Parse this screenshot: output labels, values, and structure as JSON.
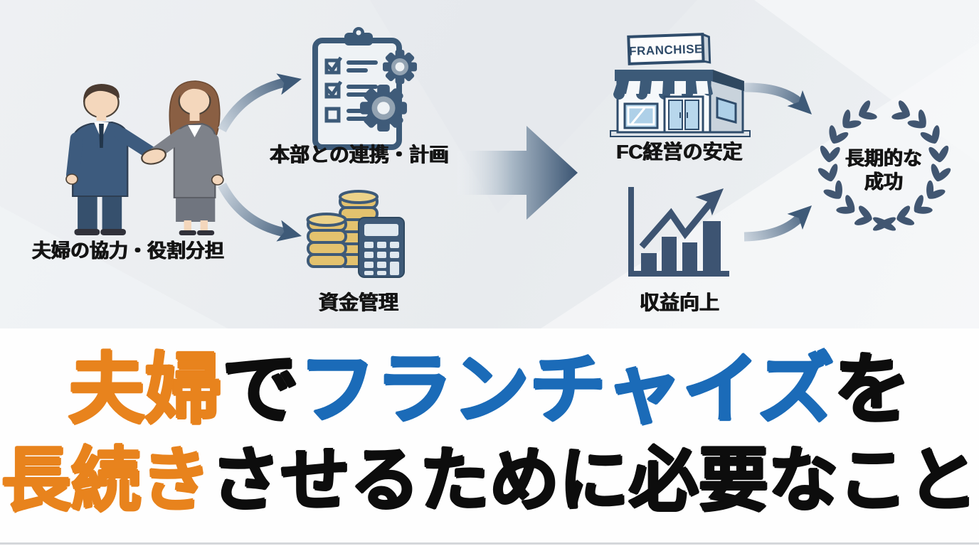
{
  "colors": {
    "accent_orange": "#E8831D",
    "accent_blue": "#1B6BB8",
    "text_black": "#0d0d0d",
    "steel_blue": "#3C5875",
    "wreath_blue": "#415671",
    "coin_gold": "#E2C16B",
    "top_background": "#EBEDF0"
  },
  "flow": {
    "source": {
      "label": "夫婦の協力・役割分担"
    },
    "factors": [
      {
        "label": "本部との連携・計画"
      },
      {
        "label": "資金管理"
      }
    ],
    "outcomes": [
      {
        "label": "FC経営の安定",
        "sign": "FRANCHISE"
      },
      {
        "label": "収益向上"
      }
    ],
    "goal": {
      "line1": "長期的な",
      "line2": "成功"
    }
  },
  "title": {
    "line1": [
      {
        "text": "夫婦",
        "color": "#E8831D"
      },
      {
        "text": "で",
        "color": "#0d0d0d"
      },
      {
        "text": "フランチャイズ",
        "color": "#1B6BB8"
      },
      {
        "text": "を",
        "color": "#0d0d0d"
      }
    ],
    "line2": [
      {
        "text": "長続き",
        "color": "#E8831D"
      },
      {
        "text": "させるために必要なこと",
        "color": "#0d0d0d"
      }
    ]
  }
}
